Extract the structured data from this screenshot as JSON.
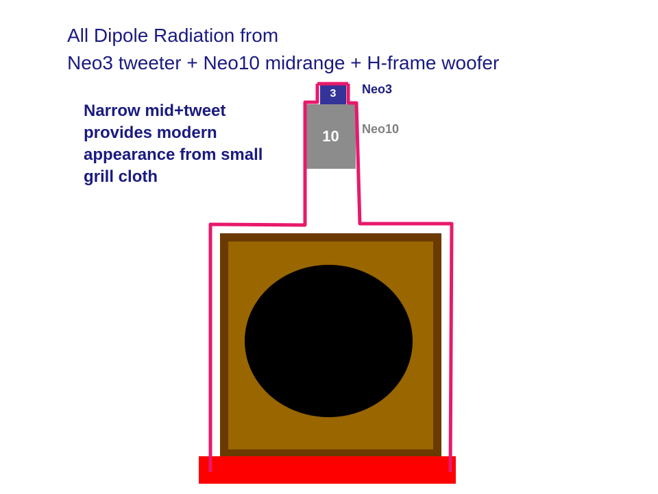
{
  "title": {
    "line1": "All Dipole Radiation from",
    "line2": "Neo3 tweeter + Neo10 midrange + H-frame woofer"
  },
  "caption": {
    "lines": [
      "Narrow mid+tweet",
      "provides modern",
      "appearance from small",
      "grill cloth"
    ]
  },
  "drivers": {
    "tweeter": {
      "badge": "3",
      "label": "Neo3"
    },
    "midrange": {
      "badge": "10",
      "label": "Neo10"
    },
    "woofer": {
      "icon": "woofer-cone"
    }
  },
  "colors": {
    "text_primary": "#1a1a80",
    "tweeter": "#333399",
    "midrange": "#8c8c8c",
    "midrange_label": "#808080",
    "woofer_frame": "#6b3a00",
    "woofer_baffle": "#996600",
    "woofer_cone": "#000000",
    "enclosure_outline": "#e8196b",
    "base_plate": "#ff0000"
  }
}
